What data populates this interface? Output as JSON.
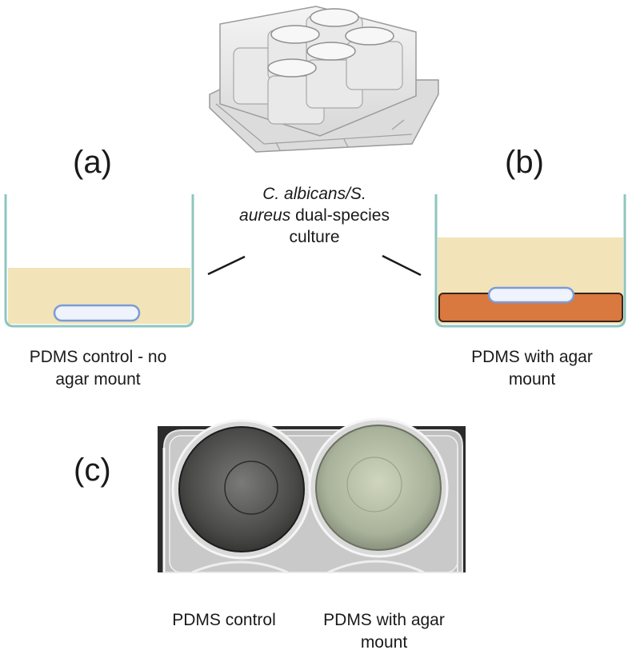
{
  "panels": {
    "a": {
      "label": "(a)",
      "caption_line1": "PDMS control - no",
      "caption_line2": "agar mount"
    },
    "b": {
      "label": "(b)",
      "caption_line1": "PDMS with agar",
      "caption_line2": "mount"
    },
    "c": {
      "label": "(c)",
      "caption_left": "PDMS control",
      "caption_right_line1": "PDMS with agar",
      "caption_right_line2": "mount"
    }
  },
  "center_caption": {
    "line1_italic": "C. albicans/S.",
    "line2_italic": "aureus",
    "line2_rest": " dual-species",
    "line3": "culture"
  },
  "colors": {
    "media": "#f2e3b8",
    "agar": "#d9783f",
    "pdms_fill": "#eef3fc",
    "pdms_stroke": "#7c9bd6",
    "beaker_stroke": "#8fc5bf",
    "plate_photo_bg": "#2a2a2a"
  }
}
